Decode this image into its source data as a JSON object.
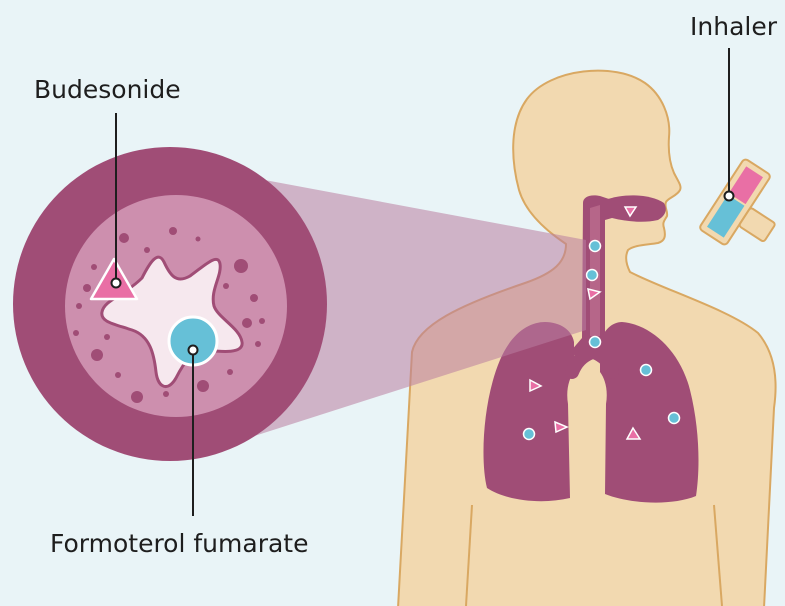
{
  "labels": {
    "budesonide": "Budesonide",
    "inhaler": "Inhaler",
    "formoterol": "Formoterol fumarate"
  },
  "colors": {
    "background": "#e9f4f7",
    "skin": "#f2d9b0",
    "skin_outline": "#d9a862",
    "lung": "#a04d76",
    "airway_wall": "#a04d76",
    "zoom_beam": "#c596b4",
    "tissue": "#cd8fae",
    "cell": "#f6e8ee",
    "budesonide_marker": "#e96fa5",
    "formoterol_marker": "#66c0d7",
    "leader_line": "#1e1e1e"
  },
  "icons": {
    "inhaler": "inhaler-icon",
    "budesonide_particle": "triangle-particle-icon",
    "formoterol_particle": "circle-particle-icon"
  }
}
